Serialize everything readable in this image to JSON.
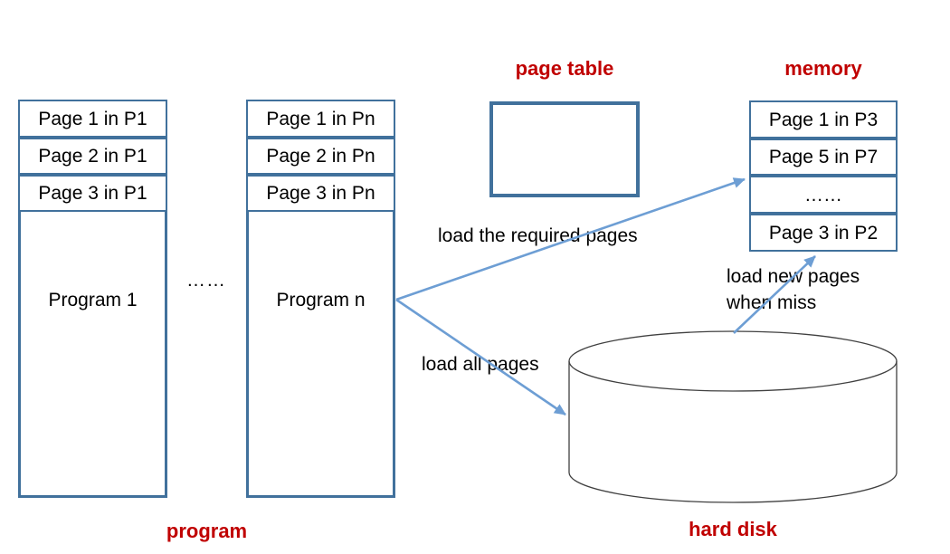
{
  "colors": {
    "box_border": "#41719C",
    "arrow_blue": "#6D9ED4",
    "label_red": "#C00000",
    "disk_outline": "#404040"
  },
  "captions": {
    "page_table": "page table",
    "memory": "memory",
    "program": "program",
    "hard_disk": "hard disk"
  },
  "program1": {
    "name": "Program 1",
    "pages": [
      "Page 1 in P1",
      "Page 2 in P1",
      "Page 3 in P1"
    ]
  },
  "programN": {
    "name": "Program n",
    "pages": [
      "Page 1 in Pn",
      "Page 2 in Pn",
      "Page 3 in Pn"
    ]
  },
  "between_programs_ellipsis": "……",
  "memory_rows": [
    "Page 1 in P3",
    "Page 5 in P7",
    "……",
    "Page 3 in P2"
  ],
  "arrow_labels": {
    "load_required": "load the required pages",
    "load_all": "load all pages",
    "load_new_line1": "load new pages",
    "load_new_line2": "when miss"
  }
}
